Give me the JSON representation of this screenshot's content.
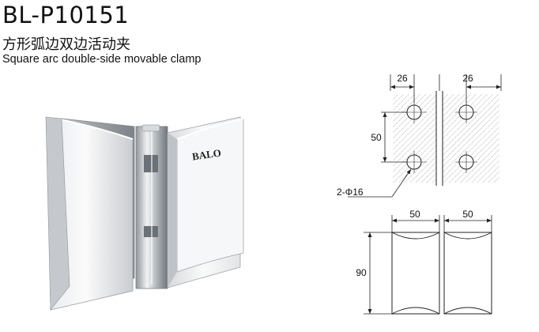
{
  "product": {
    "model": "BL-P10151",
    "name_cn": "方形弧边双边活动夹",
    "name_en": "Square arc double-side movable clamp",
    "brand": "BALO"
  },
  "top_view": {
    "dim_left": "26",
    "dim_right": "26",
    "dim_vertical": "50",
    "hole_label": "2-Φ16"
  },
  "front_view": {
    "dim_width_left": "50",
    "dim_width_right": "50",
    "dim_height": "90"
  },
  "colors": {
    "line": "#222222",
    "hatch": "#7a7a7a",
    "metal_light": "#f4f4f4",
    "metal_dark": "#9aa0a6"
  }
}
